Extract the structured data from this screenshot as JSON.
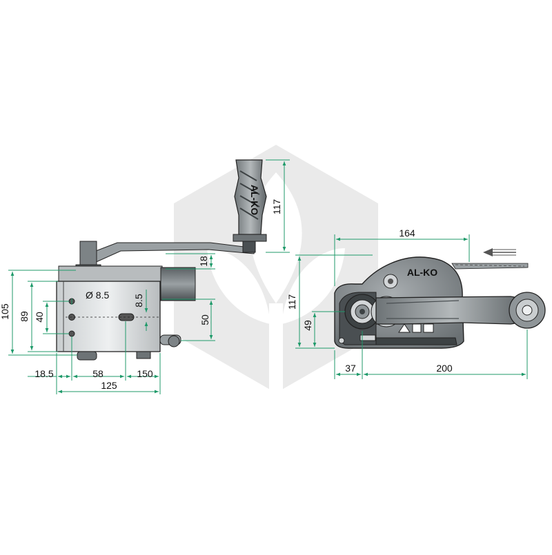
{
  "brand": "AL-KO",
  "dimensions": {
    "handle_height": "117",
    "plate_thickness": "18",
    "total_height_left": "105",
    "body_height": "89",
    "hole_spacing_vertical": "40",
    "hole_diameter": "Ø 8.5",
    "slot_width": "8.5",
    "mount_height": "50",
    "offset_18_5": "18.5",
    "hole_spacing_58": "58",
    "dim_150": "150",
    "width_125": "125",
    "top_164": "164",
    "height_117_right": "117",
    "height_49": "49",
    "offset_37": "37",
    "crank_200": "200"
  },
  "colors": {
    "dimension_line": "#1f9a6a",
    "body_gray": "#8f9598",
    "dark_gray": "#3d4244",
    "watermark": "#d9d9d9"
  }
}
